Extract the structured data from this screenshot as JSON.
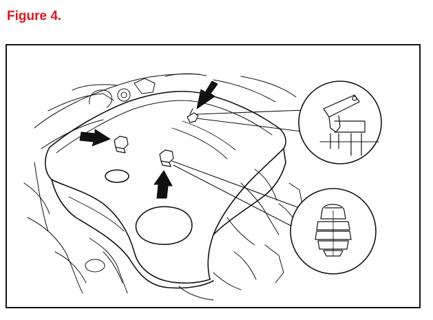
{
  "figure": {
    "label": "Figure 4.",
    "label_color": "#e0141b"
  },
  "illustration": {
    "subject": "engine-cover-removal",
    "line_color": "#111111",
    "callouts": [
      {
        "name": "upper-clip-detail",
        "depicts": "retaining-clip-connector"
      },
      {
        "name": "lower-clip-detail",
        "depicts": "grommet-mount"
      }
    ],
    "arrows": 3
  }
}
